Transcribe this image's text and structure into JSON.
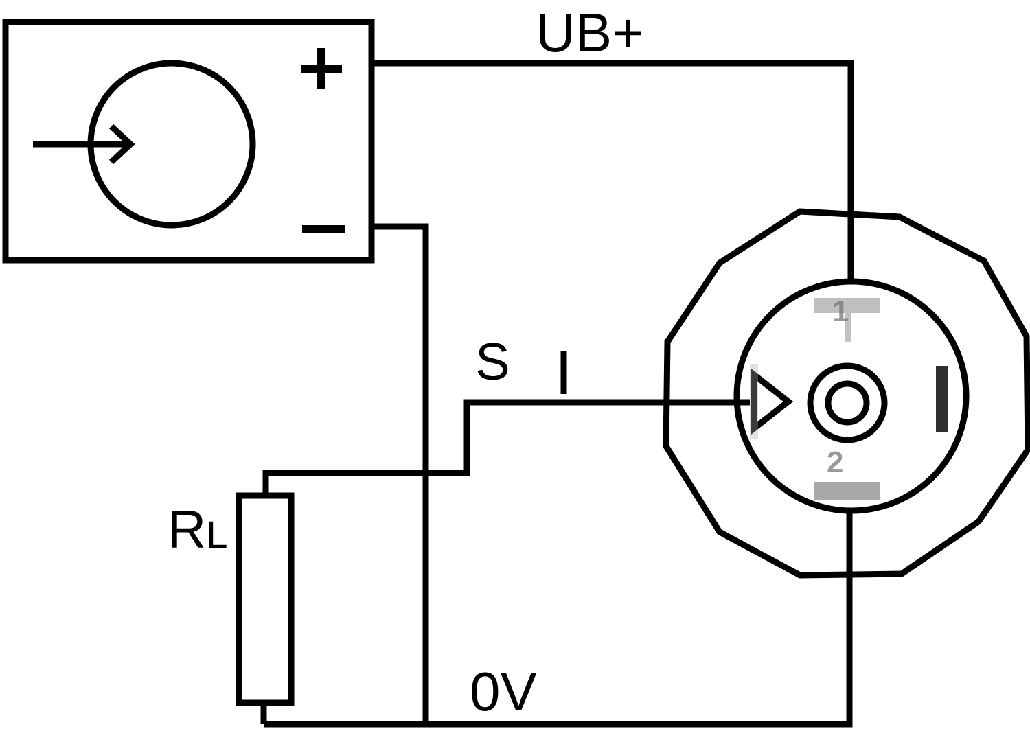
{
  "labels": {
    "supply_positive": "UB+",
    "signal": "S",
    "load_resistor_main": "R",
    "load_resistor_sub": "L",
    "ground": "0V",
    "pin_1": "1",
    "pin_2": "2",
    "plus_terminal": "+",
    "minus_terminal": "–"
  },
  "colors": {
    "stroke": "#000000",
    "background": "#ffffff",
    "pin_marking": "#777777"
  }
}
